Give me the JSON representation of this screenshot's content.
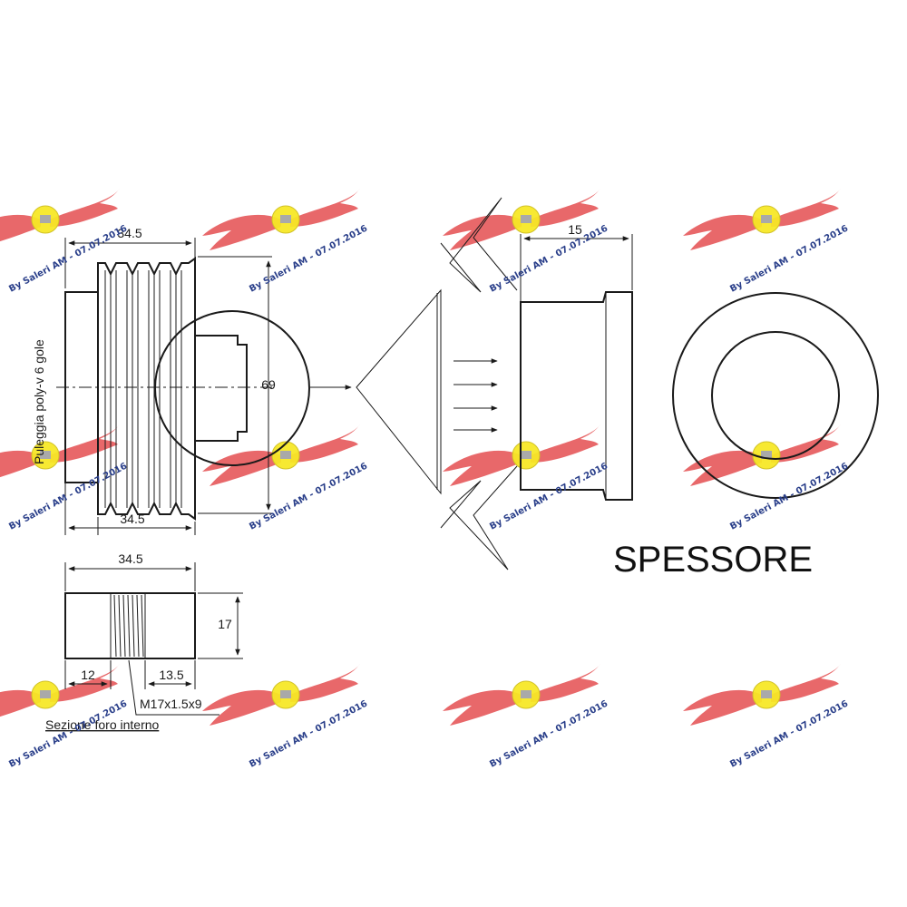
{
  "labels": {
    "pulley_width_top": "34.5",
    "pulley_width_bottom": "34.5",
    "pulley_diameter": "69",
    "pulley_vertical_label": "Puleggia poly-v 6 gole",
    "thickness_dim": "15",
    "thickness_title": "SPESSORE",
    "bore_width": "34.5",
    "bore_height": "17",
    "bore_left": "12",
    "bore_right": "13.5",
    "thread": "M17x1.5x9",
    "bore_caption": "Sezione foro interno"
  },
  "watermark": {
    "text": "By Saleri AM - 07.07.2016",
    "icon": "winged-logo-icon",
    "wing_color": "#e0383c",
    "badge_color": "#f5e400",
    "text_color": "#2a3f8a"
  },
  "colors": {
    "line": "#1a1a1a",
    "background": "#ffffff"
  }
}
